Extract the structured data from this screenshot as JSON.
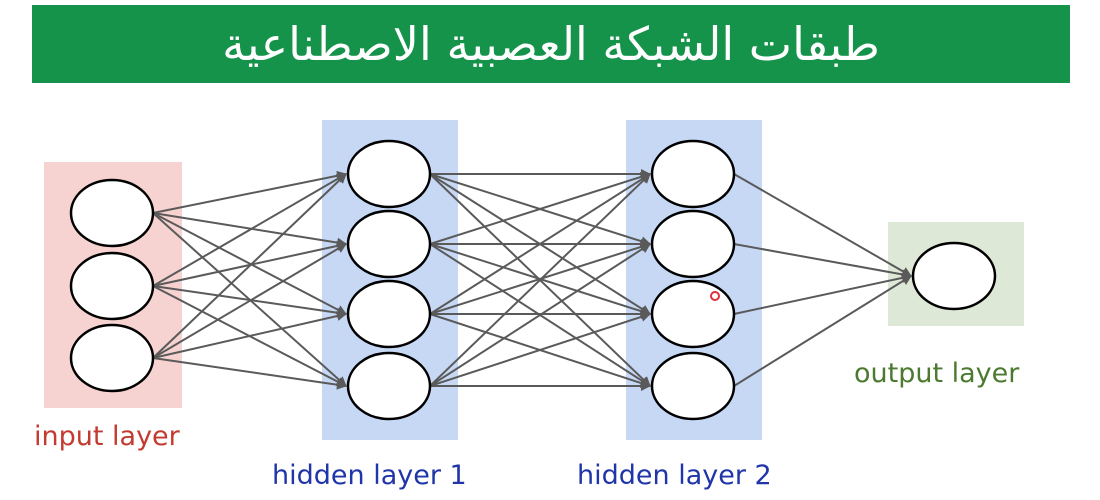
{
  "title": "طبقات الشبكة العصبية الاصطناعية",
  "layers": [
    {
      "label": "input layer",
      "nodes": 3
    },
    {
      "label": "hidden layer 1",
      "nodes": 4
    },
    {
      "label": "hidden layer 2",
      "nodes": 4
    },
    {
      "label": "output layer",
      "nodes": 1
    }
  ],
  "colors": {
    "banner": "#15934a",
    "title_text": "#ffffff",
    "input_band": "#f6d3d1",
    "input_label": "#c33b30",
    "hidden_band": "#c7d8f5",
    "hidden_label": "#1f35a8",
    "output_band": "#dde8d6",
    "output_label": "#4c7a30",
    "edge": "#5a5a5a",
    "node_stroke": "#000000",
    "node_fill": "#ffffff",
    "cursor_mark": "#e0303a"
  }
}
